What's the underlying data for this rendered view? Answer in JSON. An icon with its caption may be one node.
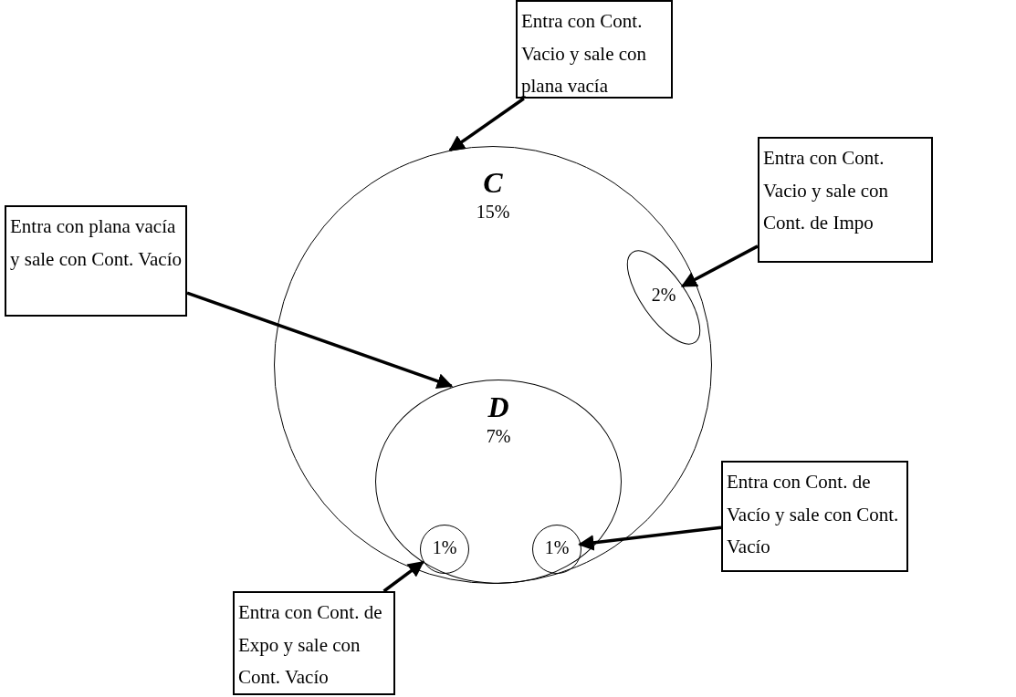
{
  "diagram": {
    "nodes": [
      {
        "text": [
          "Entra con Cont. Vacio y sale con plana vacía"
        ]
      },
      {
        "text": [
          "C",
          "15%"
        ]
      },
      {
        "text": [
          "2%"
        ],
        "in": 1
      },
      {
        "text": [
          "Entra con Cont. Vacio y sale con Cont. de Impo"
        ]
      },
      {
        "text": [
          "Entra con plana vacía y sale con Cont. Vacío"
        ]
      },
      {
        "text": [
          "D",
          "7%"
        ],
        "in": 1
      },
      {
        "text": [
          "1%"
        ],
        "in": 5
      },
      {
        "text": [
          "1%"
        ],
        "in": 5
      },
      {
        "text": [
          "Entra con Cont. de Vacío y sale con Cont. Vacío"
        ]
      },
      {
        "text": [
          "Entra con Cont. de Expo y sale con Cont. Vacío"
        ]
      }
    ],
    "edges": [
      {
        "from": 0,
        "to": 1,
        "arrow": "to"
      },
      {
        "from": 3,
        "to": 2,
        "arrow": "to"
      },
      {
        "from": 4,
        "to": 5,
        "arrow": "to"
      },
      {
        "from": 8,
        "to": 7,
        "arrow": "to"
      },
      {
        "from": 9,
        "to": 6,
        "arrow": "to"
      }
    ]
  }
}
